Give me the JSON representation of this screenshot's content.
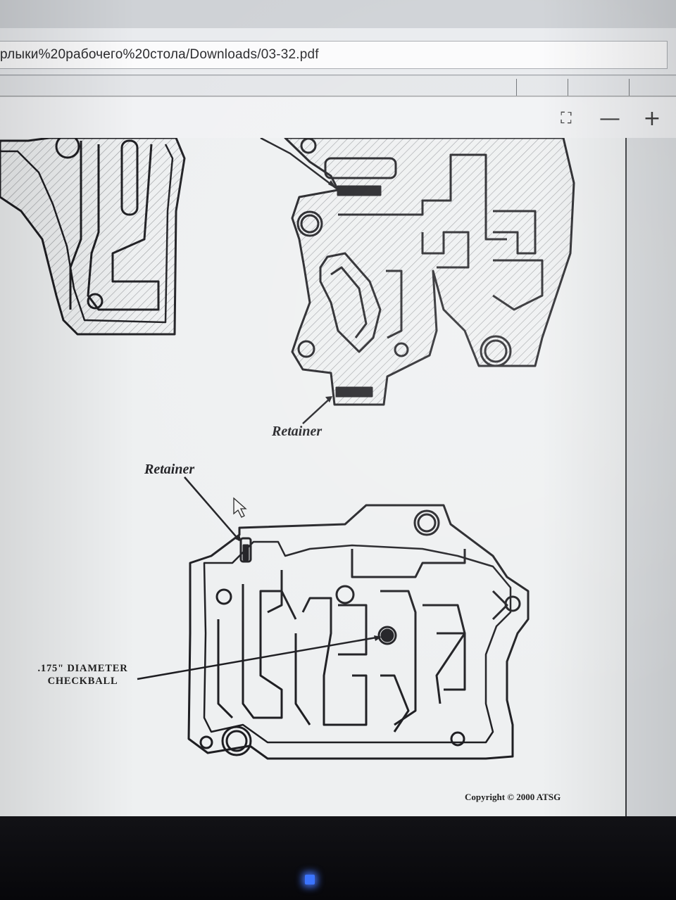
{
  "browser": {
    "address_text": "рлыки%20рабочего%20стола/Downloads/03-32.pdf"
  },
  "toolbar": {
    "fit_glyph": "⛶",
    "zoom_out_glyph": "—",
    "zoom_in_glyph": "+"
  },
  "document": {
    "callout_retainer_top": "Retainer",
    "callout_retainer_bottom": "Retainer",
    "callout_checkball_line1": ".175\" DIAMETER",
    "callout_checkball_line2": "CHECKBALL",
    "copyright": "Copyright © 2000 ATSG"
  },
  "colors": {
    "screen_bg": "#cfd2d6",
    "page_bg": "#eef0f1",
    "ink": "#1e1e22",
    "power_led": "#3b74ff"
  }
}
